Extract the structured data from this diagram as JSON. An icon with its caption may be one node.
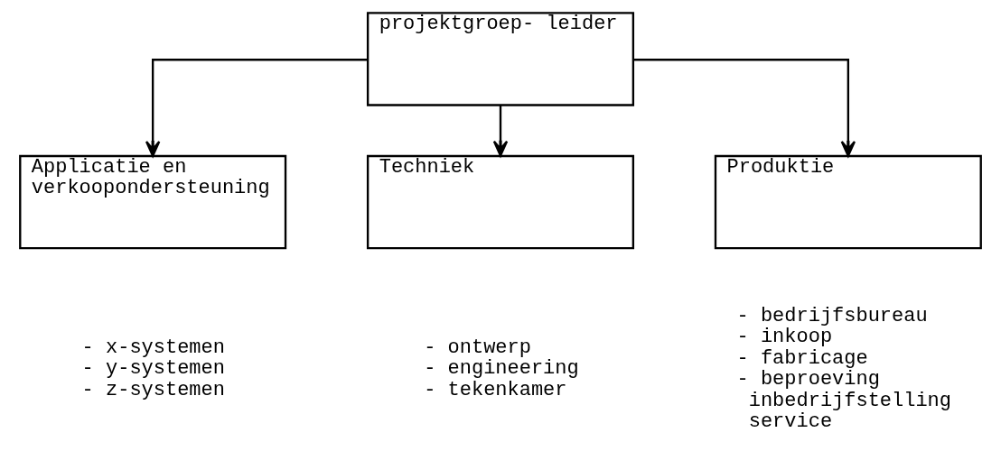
{
  "diagram": {
    "nodes": [
      {
        "text": [
          "projektgroep- leider"
        ]
      },
      {
        "text": [
          "Applicatie en verkoopondersteuning"
        ],
        "beside": [
          "- x-systemen",
          "- y-systemen",
          "- z-systemen"
        ]
      },
      {
        "text": [
          "Techniek"
        ],
        "beside": [
          "- ontwerp",
          "- engineering",
          "- tekenkamer"
        ]
      },
      {
        "text": [
          "Produktie"
        ],
        "beside": [
          "- bedrijfsbureau",
          "- inkoop",
          "- fabricage",
          "- beproeving inbedrijfstelling service"
        ]
      }
    ],
    "edges": [
      {
        "from": 0,
        "to": 1,
        "arrow": "to"
      },
      {
        "from": 0,
        "to": 2,
        "arrow": "to"
      },
      {
        "from": 0,
        "to": 3,
        "arrow": "to"
      }
    ]
  }
}
